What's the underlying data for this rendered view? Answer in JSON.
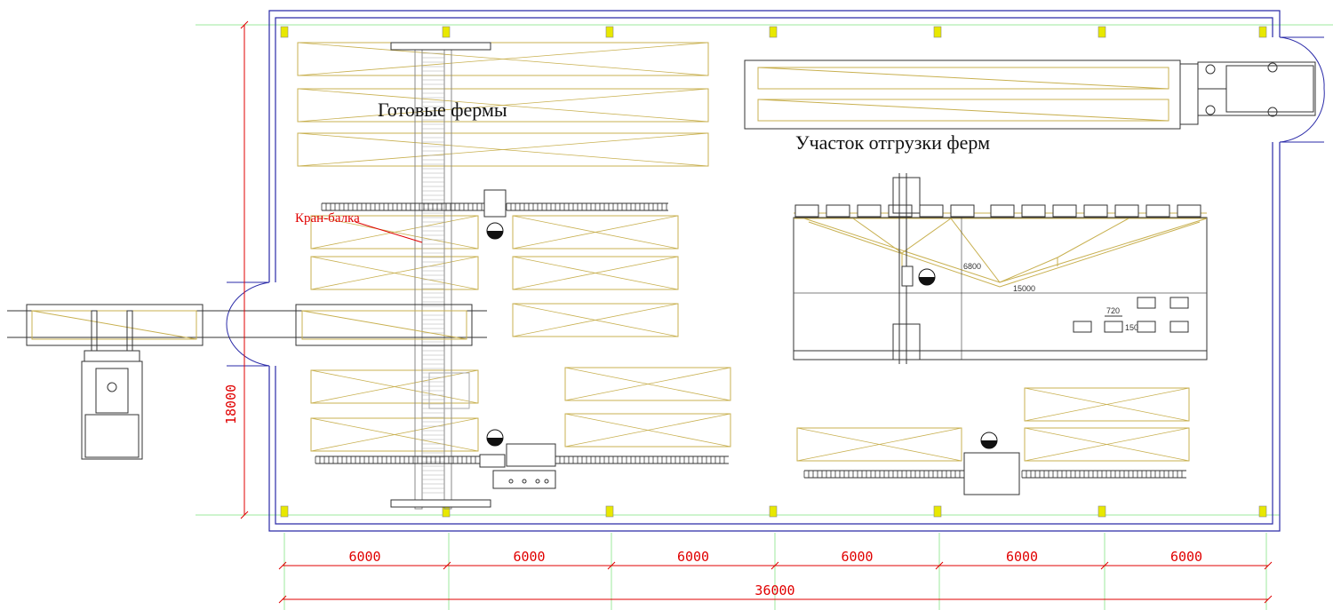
{
  "labels": {
    "finished_trusses": "Готовые фермы",
    "crane_beam": "Кран-балка",
    "shipping_area": "Участок отгрузки ферм"
  },
  "dimensions": {
    "bays": [
      "6000",
      "6000",
      "6000",
      "6000",
      "6000",
      "6000"
    ],
    "total_length": "36000",
    "total_width": "18000",
    "truss_span": "15000",
    "truss_height": "6800",
    "block_size": "720",
    "block_gap": "150"
  },
  "colors": {
    "wall": "#2a2aa8",
    "truss": "#c8b050",
    "column": "#e8e800",
    "dimension": "#e00000",
    "guide": "#9ee89e",
    "equipment": "#333333"
  }
}
